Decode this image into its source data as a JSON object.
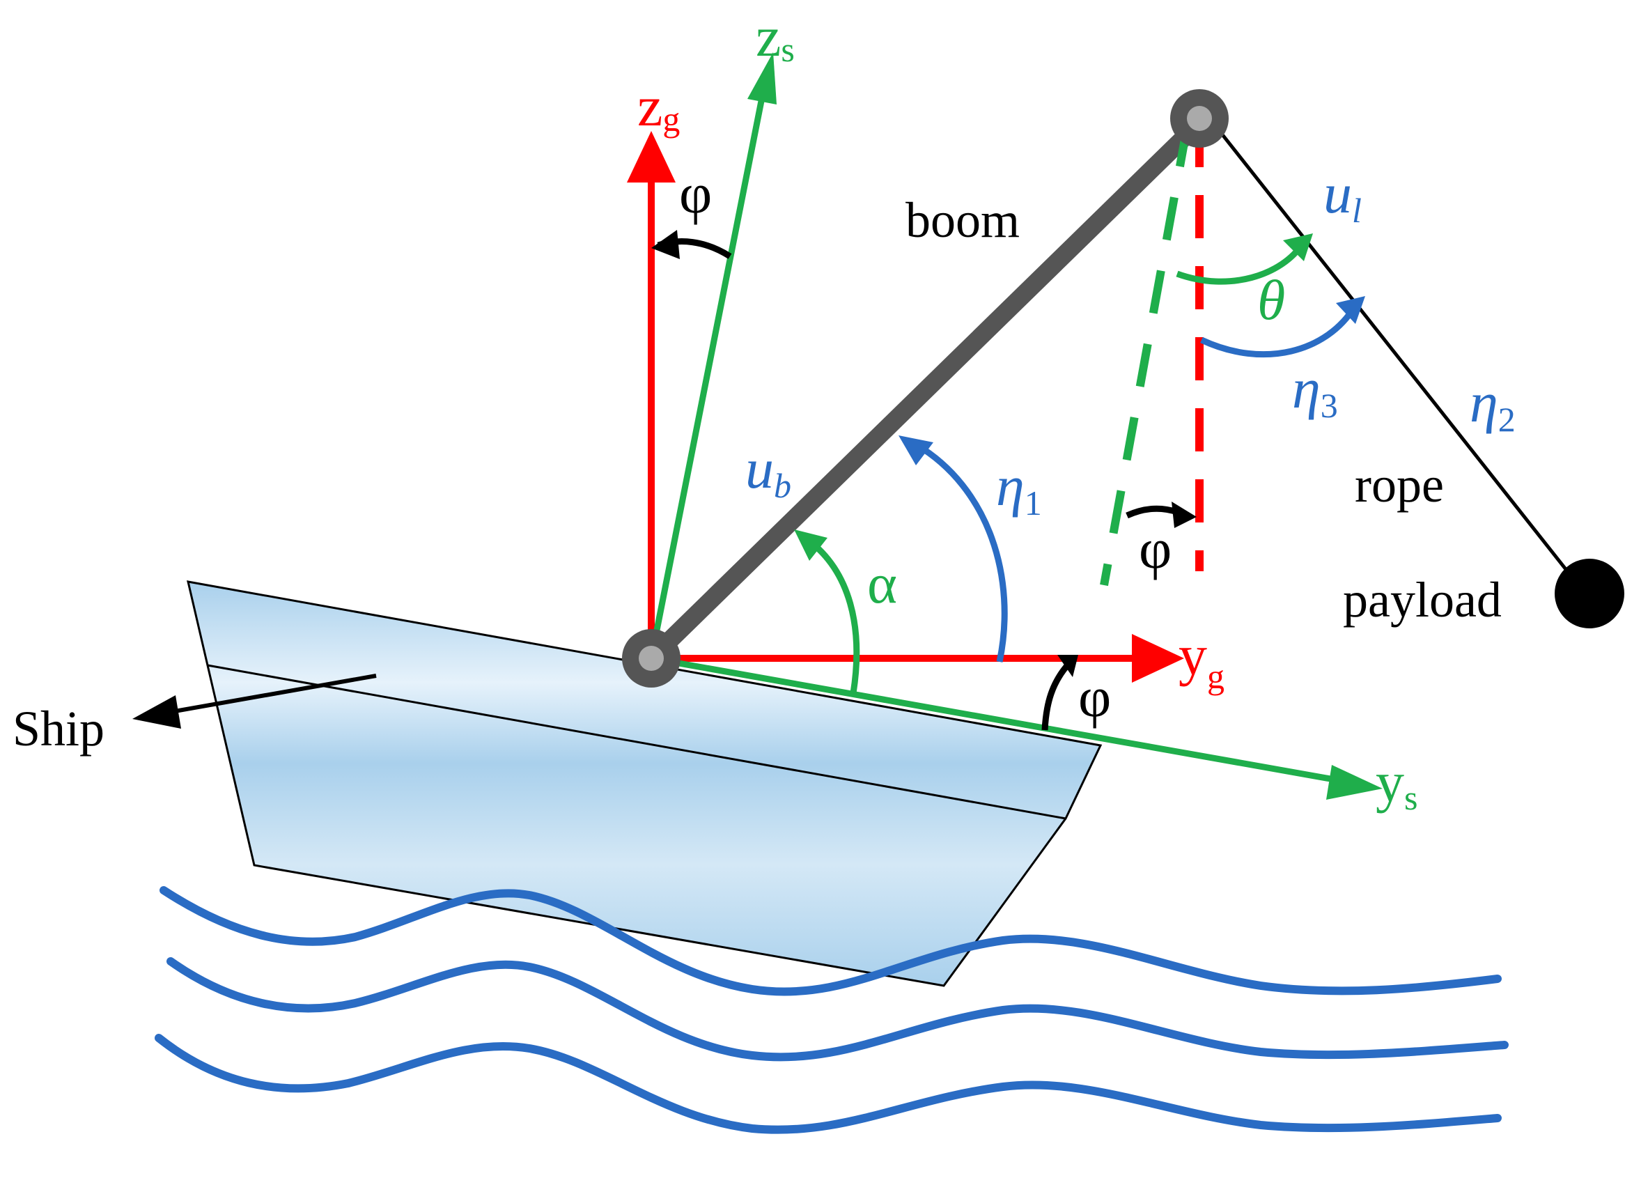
{
  "colors": {
    "ground_frame": "#ff0000",
    "ship_frame": "#1fae4b",
    "angle_blue": "#2a6cc4",
    "boom": "#555555",
    "black": "#000000",
    "ship_fill": "#b7d8ef",
    "water": "#2a6cc4"
  },
  "labels": {
    "zg_main": "z",
    "zg_sub": "g",
    "zs_main": "z",
    "zs_sub": "s",
    "yg_main": "y",
    "yg_sub": "g",
    "ys_main": "y",
    "ys_sub": "s",
    "boom": "boom",
    "rope": "rope",
    "payload": "payload",
    "ship": "Ship",
    "phi": "φ",
    "alpha": "α",
    "theta": "θ",
    "ub_main": "u",
    "ub_sub": "b",
    "ul_main": "u",
    "ul_sub": "l",
    "eta": "η",
    "eta1_sub": "1",
    "eta2_sub": "2",
    "eta3_sub": "3"
  }
}
